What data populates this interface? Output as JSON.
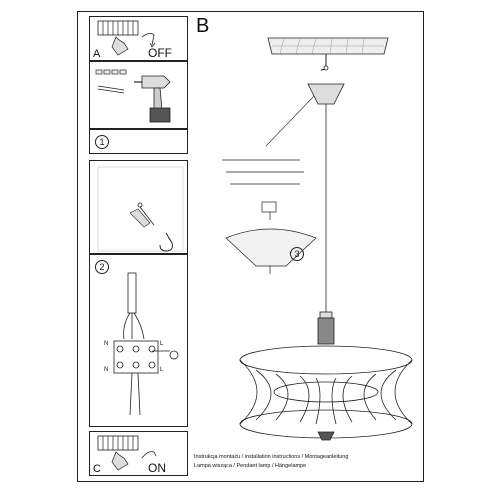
{
  "section_b_label": "B",
  "step_a": {
    "letter": "A",
    "switch_state": "OFF"
  },
  "step_1": {
    "number": "1"
  },
  "step_2": {
    "number": "2",
    "terminal_labels": [
      "N",
      "L",
      "N",
      "L"
    ]
  },
  "step_3": {
    "number": "3"
  },
  "step_c": {
    "letter": "C",
    "switch_state": "ON"
  },
  "caption": {
    "line1": "Instrukcja montażu / installation instructions / Montageanleitung",
    "line2": "Lampa wisząca / Pendant lamp / Hängelampe"
  }
}
